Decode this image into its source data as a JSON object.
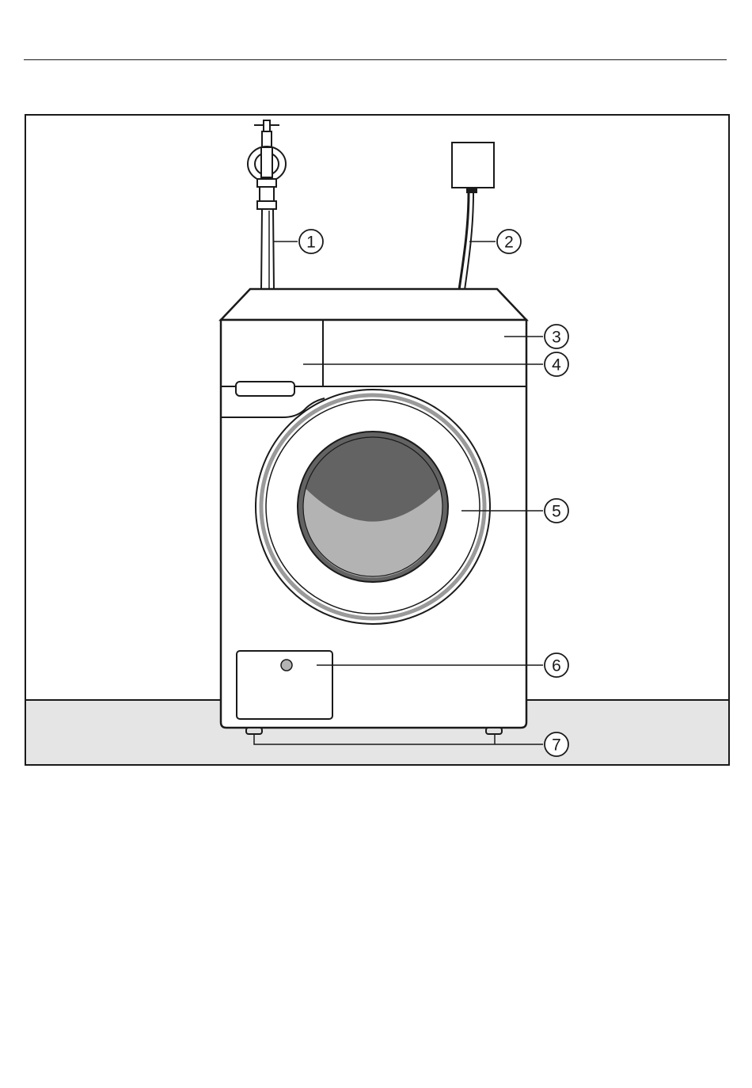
{
  "callouts": [
    {
      "number": "1",
      "target": "water-inlet-hose"
    },
    {
      "number": "2",
      "target": "power-cord"
    },
    {
      "number": "3",
      "target": "control-panel"
    },
    {
      "number": "4",
      "target": "detergent-dispenser-drawer"
    },
    {
      "number": "5",
      "target": "door"
    },
    {
      "number": "6",
      "target": "drain-pump-access-panel"
    },
    {
      "number": "7",
      "target": "adjustable-feet"
    }
  ],
  "colors": {
    "outline": "#1a1a1a",
    "floor": "#e5e5e5",
    "porthole_glass": "#636363",
    "porthole_lower": "#b3b3b3",
    "door_ring": "#9a9a9a",
    "background": "#ffffff"
  }
}
